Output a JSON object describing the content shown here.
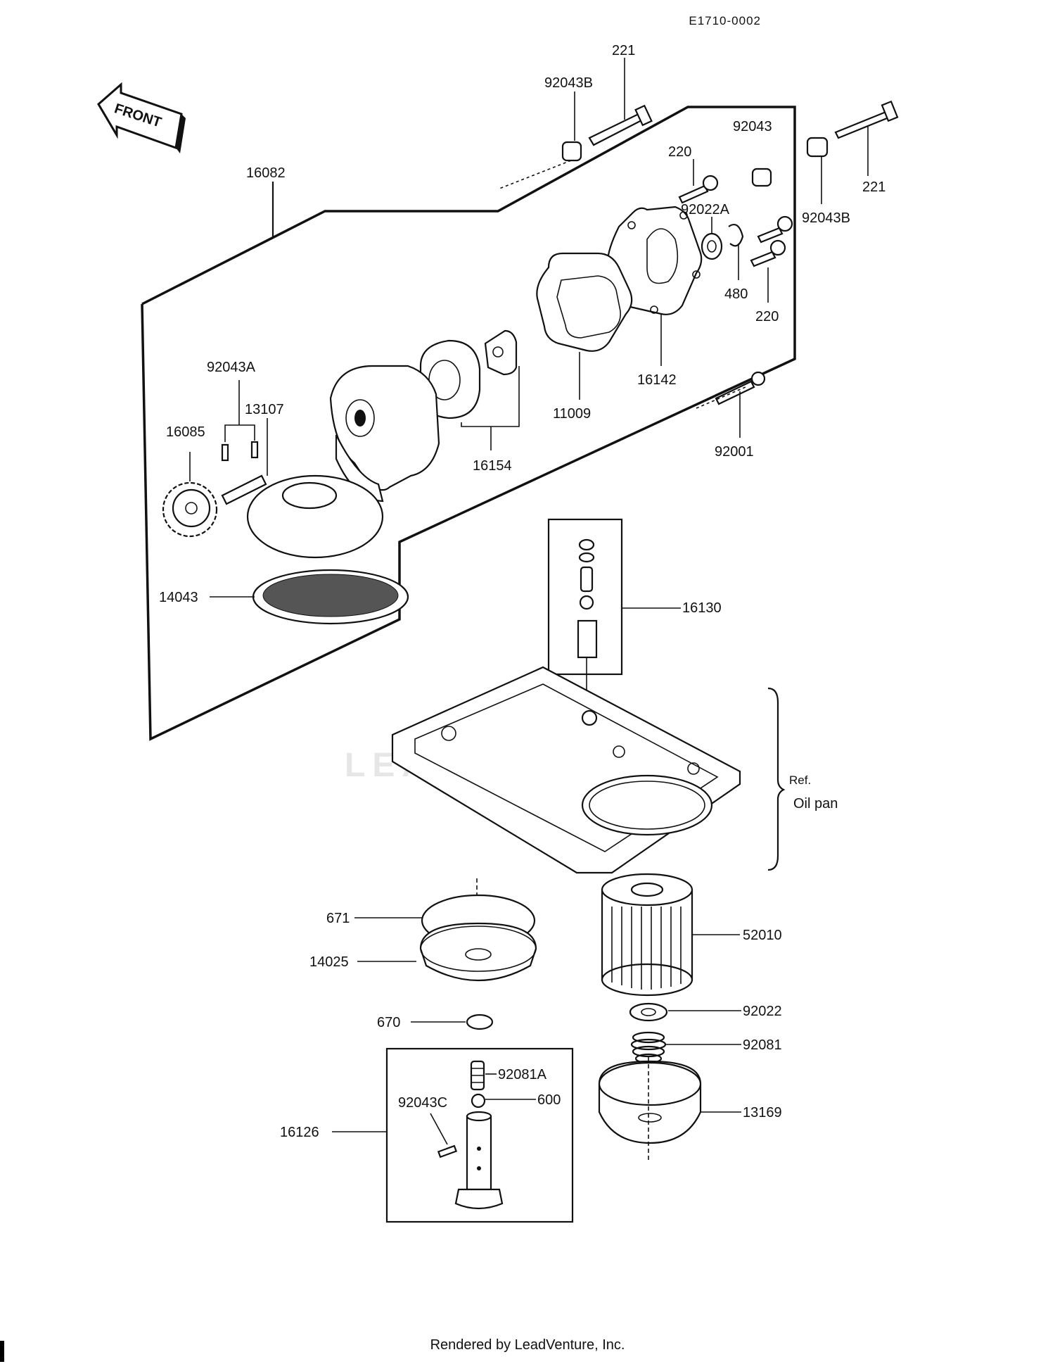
{
  "diagram_code": "E1710-0002",
  "front_label": "FRONT",
  "ref_label": "Ref.",
  "ref_name": "Oil pan",
  "watermark": "LEADVENTURE",
  "footer": "Rendered by LeadVenture, Inc.",
  "parts": {
    "p221_top": "221",
    "p92043B_top": "92043B",
    "p16082": "16082",
    "p220_top": "220",
    "p92043": "92043",
    "p221_right": "221",
    "p92022A": "92022A",
    "p92043B_right": "92043B",
    "p480": "480",
    "p220_right": "220",
    "p16142": "16142",
    "p92043A": "92043A",
    "p13107": "13107",
    "p16085": "16085",
    "p11009": "11009",
    "p16154": "16154",
    "p92001": "92001",
    "p14043": "14043",
    "p16130": "16130",
    "p671": "671",
    "p14025": "14025",
    "p52010": "52010",
    "p670": "670",
    "p92022": "92022",
    "p92081": "92081",
    "p92081A": "92081A",
    "p600": "600",
    "p92043C": "92043C",
    "p16126": "16126",
    "p13169": "13169"
  }
}
